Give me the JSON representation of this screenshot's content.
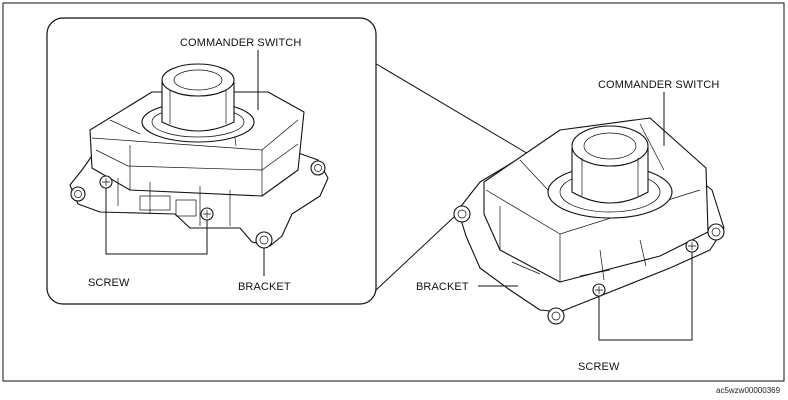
{
  "labels": {
    "inset_commander_switch": "COMMANDER SWITCH",
    "inset_screw": "SCREW",
    "inset_bracket": "BRACKET",
    "main_commander_switch": "COMMANDER SWITCH",
    "main_bracket": "BRACKET",
    "main_screw": "SCREW"
  },
  "reference_code": "ac5wzw00000369"
}
